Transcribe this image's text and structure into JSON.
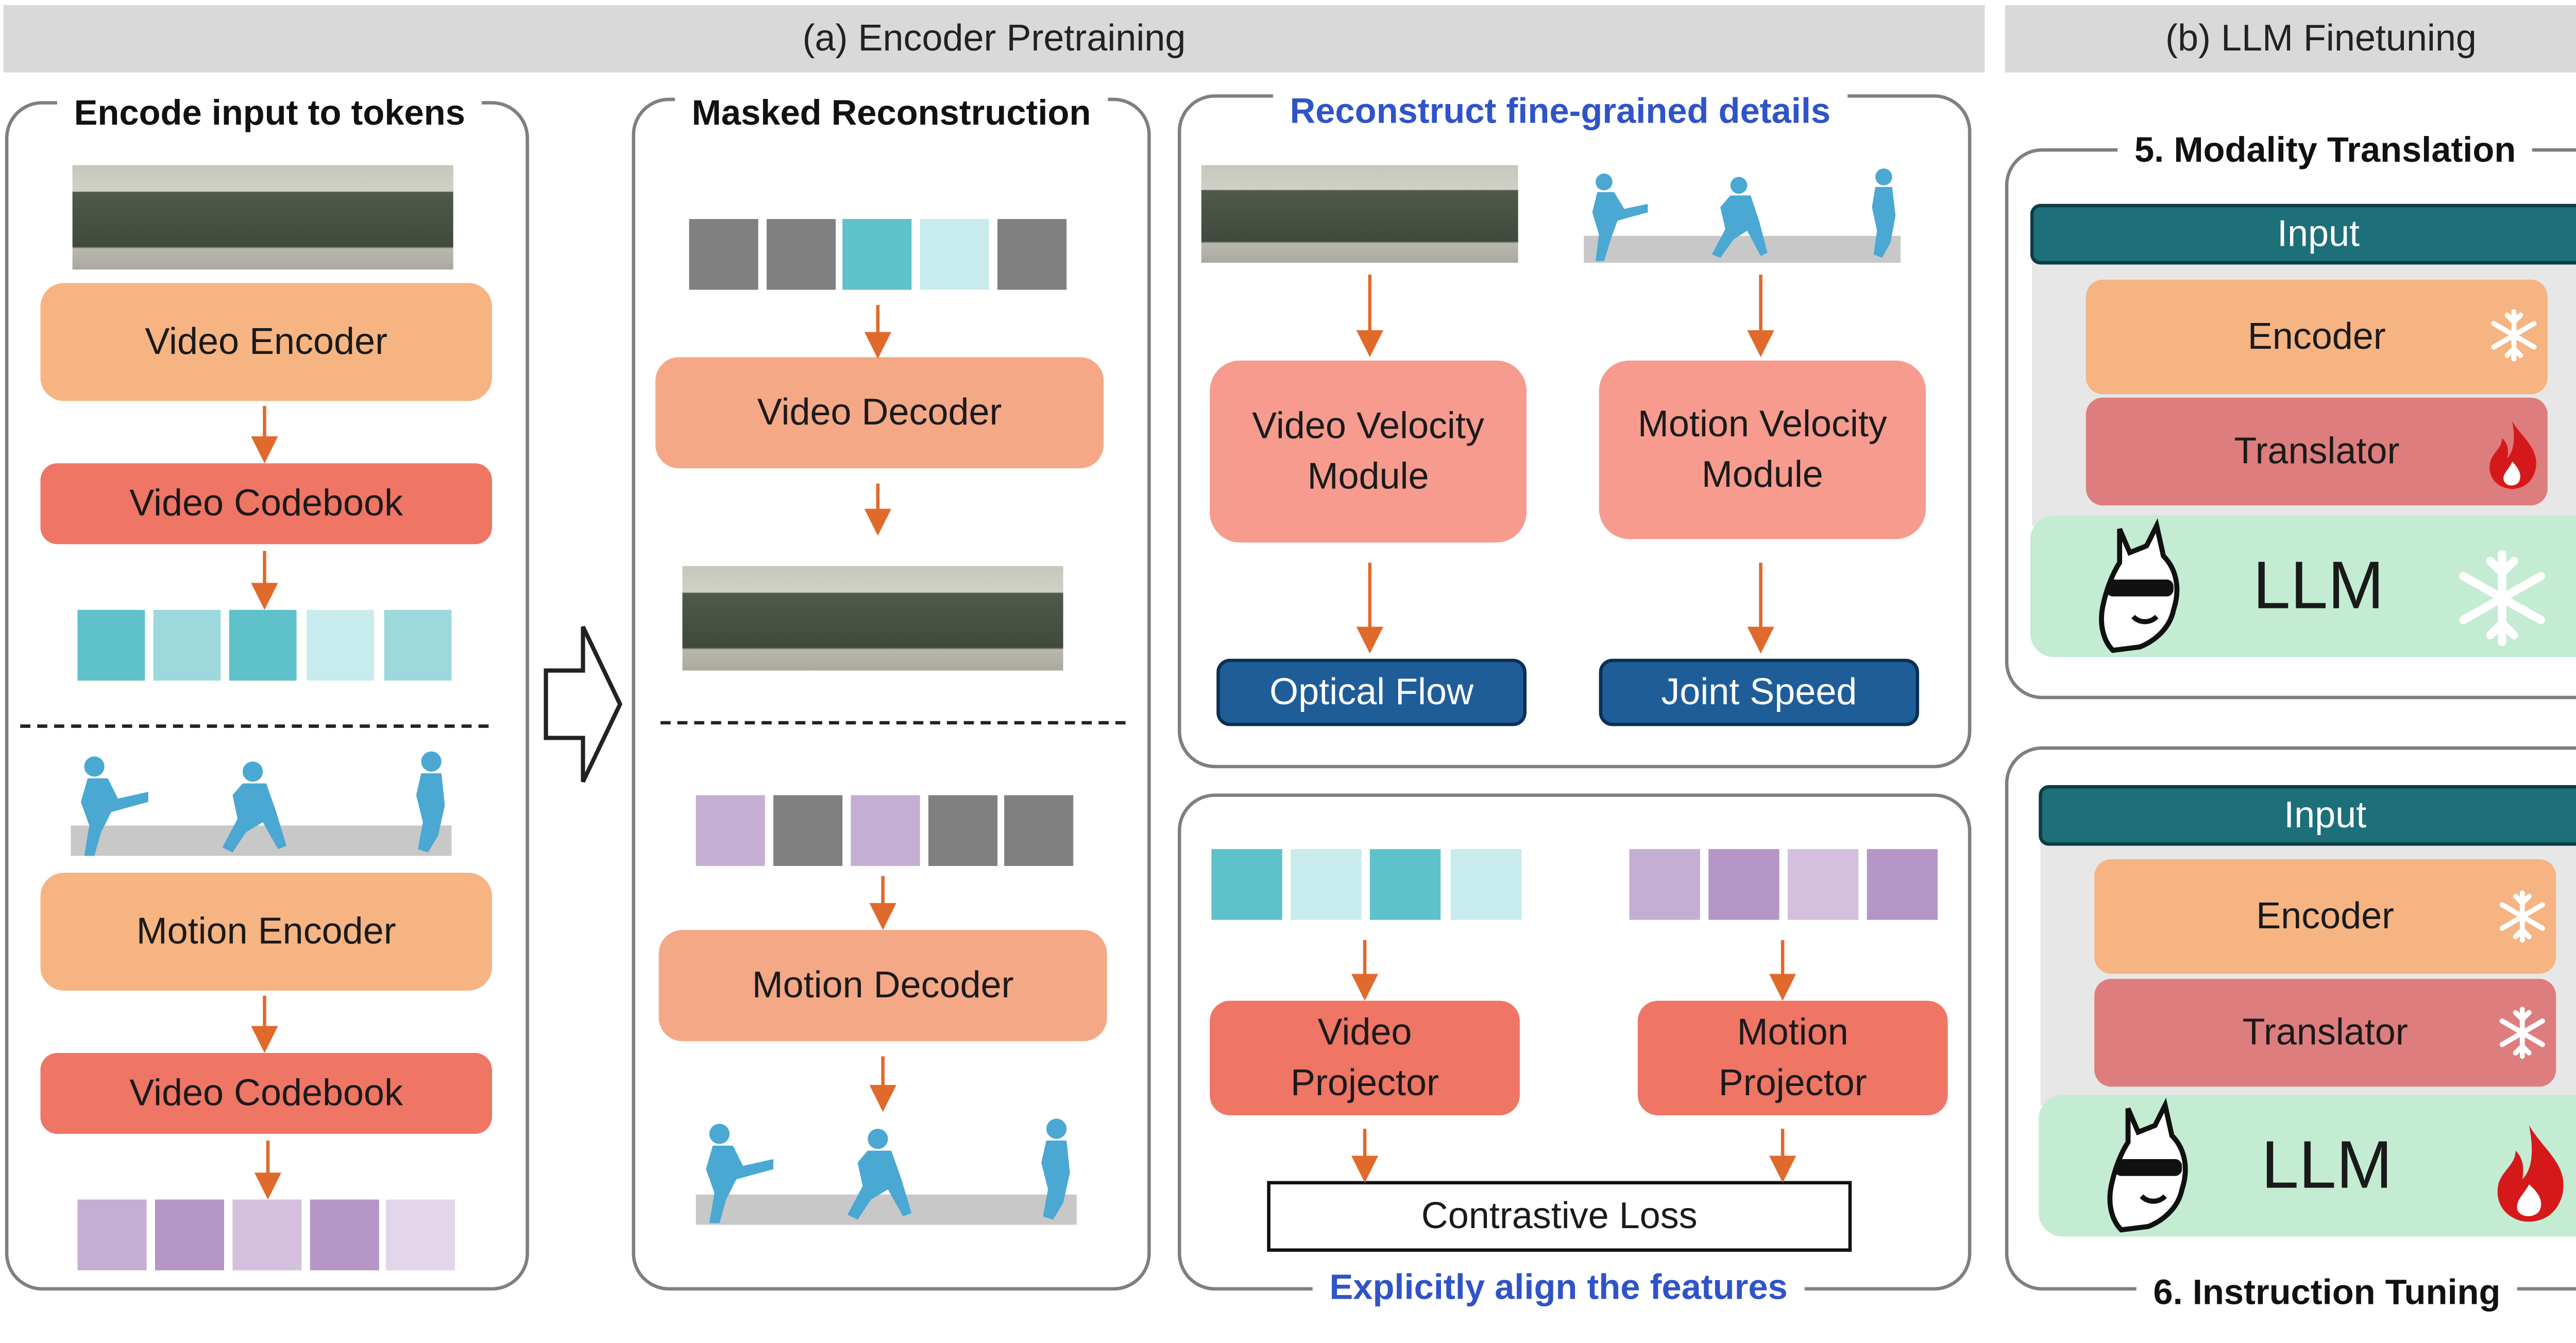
{
  "section_a": {
    "title": "(a) Encoder Pretraining"
  },
  "section_b": {
    "title": "(b) LLM Finetuning"
  },
  "encode_panel": {
    "title": "Encode input to tokens",
    "video_encoder": "Video Encoder",
    "video_codebook": "Video Codebook",
    "motion_encoder": "Motion Encoder",
    "motion_codebook": "Video Codebook"
  },
  "masked_panel": {
    "title": "Masked Reconstruction",
    "video_decoder": "Video Decoder",
    "motion_decoder": "Motion Decoder"
  },
  "fine_panel": {
    "title": "Reconstruct fine-grained details",
    "video_velocity": "Video Velocity Module",
    "motion_velocity": "Motion Velocity Module",
    "optical_flow": "Optical Flow",
    "joint_speed": "Joint Speed"
  },
  "align_panel": {
    "title": "Explicitly align the features",
    "video_projector": "Video Projector",
    "motion_projector": "Motion Projector",
    "contrastive_loss": "Contrastive Loss"
  },
  "translation_panel": {
    "title": "5. Modality Translation",
    "input": "Input",
    "encoder": "Encoder",
    "translator": "Translator",
    "llm": "LLM"
  },
  "instruction_panel": {
    "title": "6. Instruction Tuning",
    "input": "Input",
    "encoder": "Encoder",
    "translator": "Translator",
    "llm": "LLM"
  },
  "colors": {
    "video_token_dark": "#5fc1c9",
    "video_token_mid": "#9dd8dc",
    "video_token_light": "#c8ebed",
    "motion_token_dark": "#b596c6",
    "motion_token_light": "#d9c6e2",
    "masked_token": "#808080",
    "arrow": "#e06a2c",
    "figure_blue": "#4aa8d2",
    "frozen": "#ffffff",
    "trainable": "#d5191a"
  },
  "icons": {
    "frozen": "snowflake-icon",
    "trainable": "fire-icon",
    "llm_mascot": "llama-icon"
  }
}
